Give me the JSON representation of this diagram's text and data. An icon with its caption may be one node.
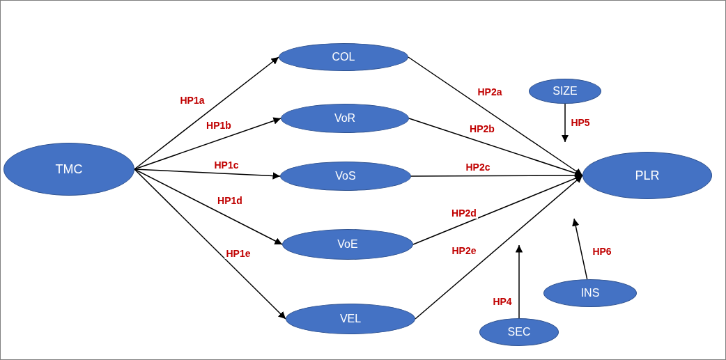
{
  "diagram": {
    "nodes": [
      {
        "text": [
          "TMC"
        ]
      },
      {
        "text": [
          "COL"
        ]
      },
      {
        "text": [
          "VoR"
        ]
      },
      {
        "text": [
          "VoS"
        ]
      },
      {
        "text": [
          "VoE"
        ]
      },
      {
        "text": [
          "VEL"
        ]
      },
      {
        "text": [
          "PLR"
        ]
      },
      {
        "text": [
          "SIZE"
        ]
      },
      {
        "text": [
          "INS"
        ]
      },
      {
        "text": [
          "SEC"
        ]
      }
    ],
    "edges": [
      {
        "from": 0,
        "to": 1,
        "arrow": "to",
        "label": "HP1a"
      },
      {
        "from": 0,
        "to": 2,
        "arrow": "to",
        "label": "HP1b"
      },
      {
        "from": 0,
        "to": 3,
        "arrow": "to",
        "label": "HP1c"
      },
      {
        "from": 0,
        "to": 4,
        "arrow": "to",
        "label": "HP1d"
      },
      {
        "from": 0,
        "to": 5,
        "arrow": "to",
        "label": "HP1e"
      },
      {
        "from": 1,
        "to": 6,
        "arrow": "to",
        "label": "HP2a"
      },
      {
        "from": 2,
        "to": 6,
        "arrow": "to",
        "label": "HP2b"
      },
      {
        "from": 3,
        "to": 6,
        "arrow": "to",
        "label": "HP2c"
      },
      {
        "from": 4,
        "to": 6,
        "arrow": "to",
        "label": "HP2d"
      },
      {
        "from": 5,
        "to": 6,
        "arrow": "to",
        "label": "HP2e"
      },
      {
        "from": 7,
        "to": null,
        "arrow": "to",
        "label": "HP5"
      },
      {
        "from": 9,
        "to": null,
        "arrow": "to",
        "label": "HP4"
      },
      {
        "from": 8,
        "to": null,
        "arrow": "to",
        "label": "HP6"
      }
    ]
  }
}
